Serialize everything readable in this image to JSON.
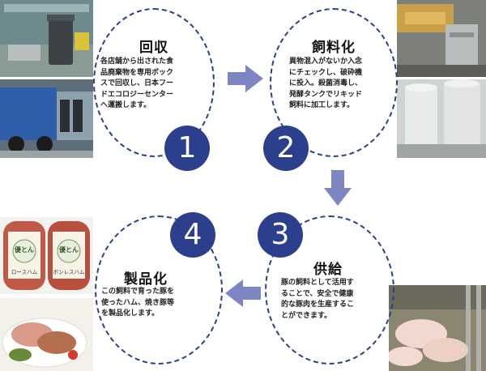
{
  "steps": [
    {
      "number": "1",
      "title": "回収",
      "desc": [
        "各店舗から出された食",
        "品廃棄物を専用ボック",
        "スで回収し、日本フー",
        "ドエコロジーセンター",
        "へ運搬します。"
      ]
    },
    {
      "number": "2",
      "title": "飼料化",
      "desc": [
        "異物混入がないか入念",
        "にチェックし、破砕機",
        "に投入。殺菌消毒し、",
        "発酵タンクでリキッド",
        "飼料に加工します。"
      ]
    },
    {
      "number": "3",
      "title": "供給",
      "desc": [
        "豚の飼料として活用す",
        "ることで、安全で健康",
        "的な豚肉を生産するこ",
        "とができます。"
      ]
    },
    {
      "number": "4",
      "title": "製品化",
      "desc": [
        "この飼料で育った豚を",
        "使ったハム、焼き豚等",
        "を製品化します。"
      ]
    }
  ],
  "product_labels": {
    "left": "ロースハム",
    "right": "ボンレスハム",
    "brand": "優とん"
  },
  "colors": {
    "accent": "#2b3f8c",
    "arrow": "#7d86c2"
  }
}
